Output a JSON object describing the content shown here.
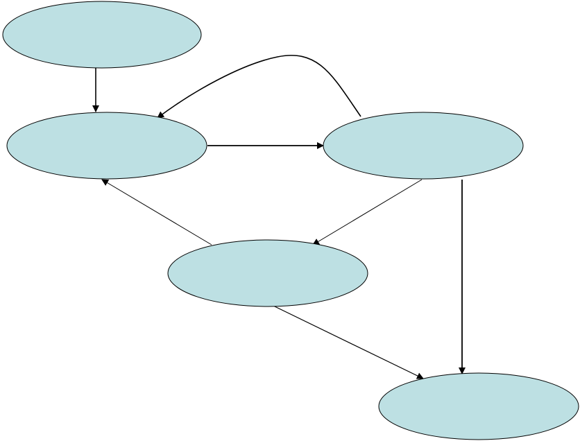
{
  "diagram": {
    "colors": {
      "node_fill": "#bde0e3",
      "node_stroke": "#000000",
      "edge_stroke": "#000000"
    },
    "nodes": [
      {
        "id": "node-1",
        "label": ""
      },
      {
        "id": "node-2",
        "label": ""
      },
      {
        "id": "node-3",
        "label": ""
      },
      {
        "id": "node-4",
        "label": ""
      },
      {
        "id": "node-5",
        "label": ""
      }
    ],
    "edges": [
      {
        "from": "node-1",
        "to": "node-2"
      },
      {
        "from": "node-2",
        "to": "node-3"
      },
      {
        "from": "node-3",
        "to": "node-2"
      },
      {
        "from": "node-3",
        "to": "node-4"
      },
      {
        "from": "node-4",
        "to": "node-2"
      },
      {
        "from": "node-3",
        "to": "node-5"
      },
      {
        "from": "node-4",
        "to": "node-5"
      }
    ]
  }
}
